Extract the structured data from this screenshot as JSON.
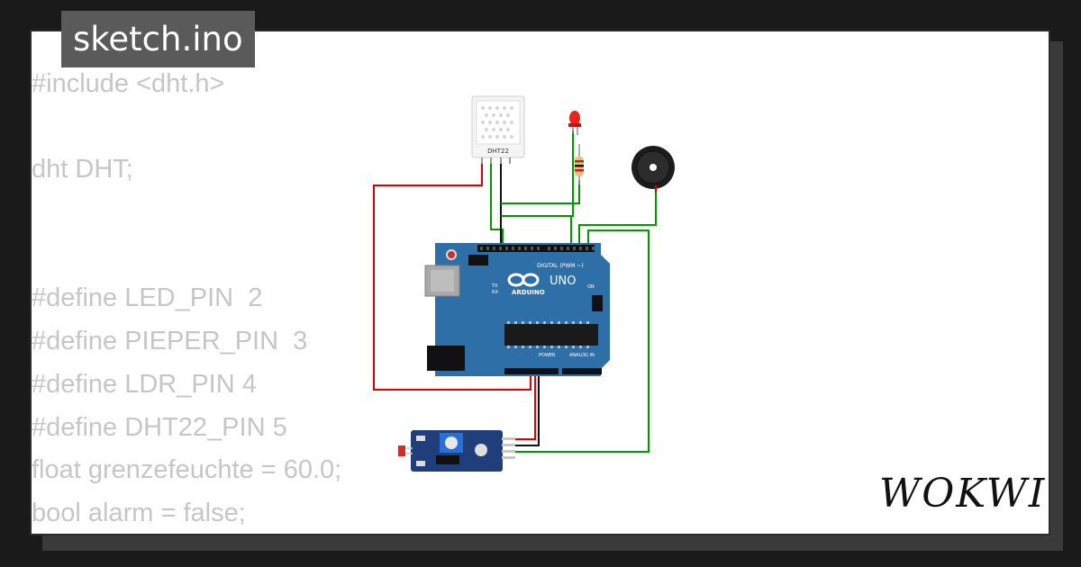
{
  "file_tab": {
    "label": "sketch.ino"
  },
  "code_lines": [
    "#include <dht.h>",
    "",
    "dht DHT;",
    "",
    "",
    "#define LED_PIN  2",
    "#define PIEPER_PIN  3",
    "#define LDR_PIN 4",
    "#define DHT22_PIN 5",
    "float grenzefeuchte = 60.0;",
    "bool alarm = false;"
  ],
  "circuit": {
    "dht_label": "DHT22",
    "arduino_brand": "ARDUINO",
    "arduino_model": "UNO",
    "digital_label": "DIGITAL (PWM ~)",
    "power_label": "POWER",
    "analog_label": "ANALOG IN",
    "tx_label": "TX",
    "rx_label": "RX",
    "on_label": "ON",
    "colors": {
      "board": "#2f6fa8",
      "wire_red": "#e00000",
      "wire_green": "#009900",
      "wire_black": "#111111"
    }
  },
  "brand": {
    "logo_text": "WOKWI"
  }
}
